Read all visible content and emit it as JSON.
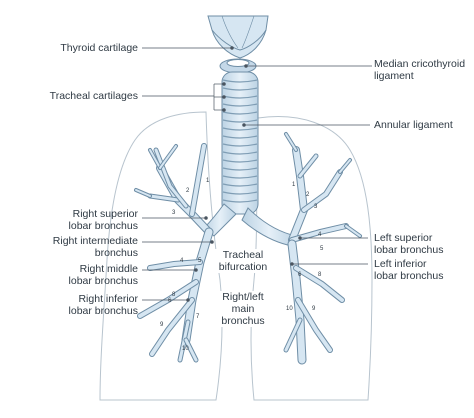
{
  "labels": {
    "thyroid_cartilage": "Thyroid cartilage",
    "tracheal_cartilages": "Tracheal cartilages",
    "median_cricothyroid": "Median cricothyroid\nligament",
    "annular_ligament": "Annular ligament",
    "right_superior": "Right superior\nlobar bronchus",
    "right_intermediate": "Right intermediate\nbronchus",
    "right_middle": "Right middle\nlobar bronchus",
    "right_inferior": "Right inferior\nlobar bronchus",
    "tracheal_bifurcation": "Tracheal\nbifurcation",
    "main_bronchus": "Right/left\nmain\nbronchus",
    "left_superior": "Left superior\nlobar bronchus",
    "left_inferior": "Left inferior\nlobar bronchus"
  },
  "segment_numbers": {
    "right": [
      "1",
      "2",
      "3",
      "4",
      "5",
      "6",
      "7",
      "8",
      "9",
      "10"
    ],
    "left": [
      "1",
      "2",
      "3",
      "4",
      "5",
      "6",
      "8",
      "9",
      "10"
    ]
  },
  "colors": {
    "airway_fill": "#d6e6f2",
    "airway_stroke": "#6f8ea6",
    "lung_outline": "#b8c4ce",
    "leader_line": "#4a5560"
  }
}
